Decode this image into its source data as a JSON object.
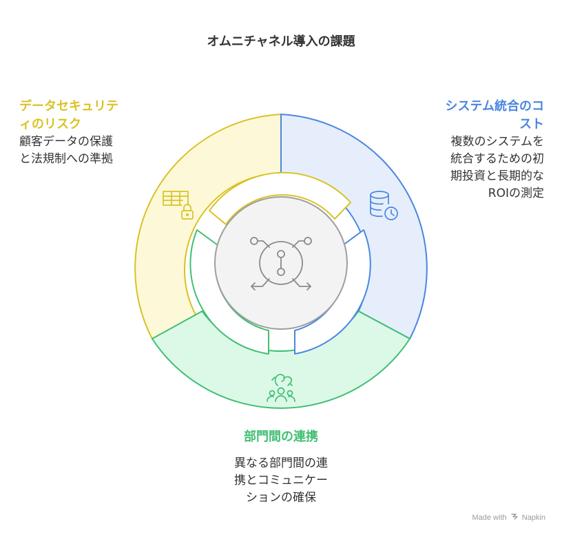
{
  "title": "オムニチャネル導入の課題",
  "colors": {
    "security": "#d9c225",
    "security_fill": "#fdf8d8",
    "integration": "#4a86e0",
    "integration_fill": "#e6eefc",
    "collaboration": "#3fbf71",
    "collaboration_fill": "#dcf9e8",
    "center_fill": "#f3f3f3",
    "center_stroke": "#9e9e9e"
  },
  "segments": {
    "security": {
      "heading_lines": [
        "データセキュリテ",
        "ィのリスク"
      ],
      "body_lines": [
        "顧客データの保護",
        "と法規制への準拠"
      ],
      "icon": "table-lock-icon"
    },
    "integration": {
      "heading_lines": [
        "システム統合のコ",
        "スト"
      ],
      "body_lines": [
        "複数のシステムを",
        "統合するための初",
        "期投資と長期的な",
        "ROIの測定"
      ],
      "icon": "database-clock-icon"
    },
    "collaboration": {
      "heading": "部門間の連携",
      "body_lines": [
        "異なる部門間の連",
        "携とコミュニケー",
        "ションの確保"
      ],
      "icon": "people-collaboration-icon"
    }
  },
  "center": {
    "icon": "channel-hub-icon"
  },
  "watermark": {
    "prefix": "Made with",
    "brand": "Napkin",
    "icon": "napkin-logo-icon"
  }
}
